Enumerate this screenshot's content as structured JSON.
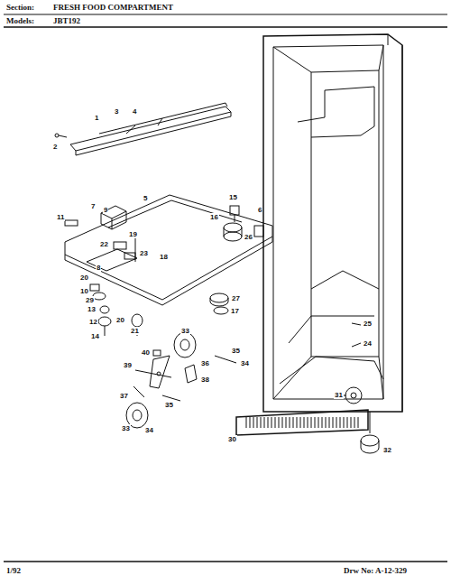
{
  "diagram": {
    "title": "FRESH FOOD COMPARTMENT",
    "labels": [
      "Section:",
      "Models:",
      "JBT192",
      "1/92",
      "Drw No: A-12-329",
      "1",
      "2",
      "3",
      "4",
      "7",
      "9",
      "5",
      "11",
      "22",
      "19",
      "23",
      "8",
      "18",
      "15",
      "16",
      "6",
      "26",
      "20",
      "10",
      "29",
      "13",
      "12",
      "14",
      "20",
      "21",
      "27",
      "17",
      "40",
      "33",
      "35",
      "34",
      "36",
      "39",
      "37",
      "38",
      "35",
      "33",
      "34",
      "25",
      "24",
      "30",
      "31",
      "32"
    ]
  }
}
